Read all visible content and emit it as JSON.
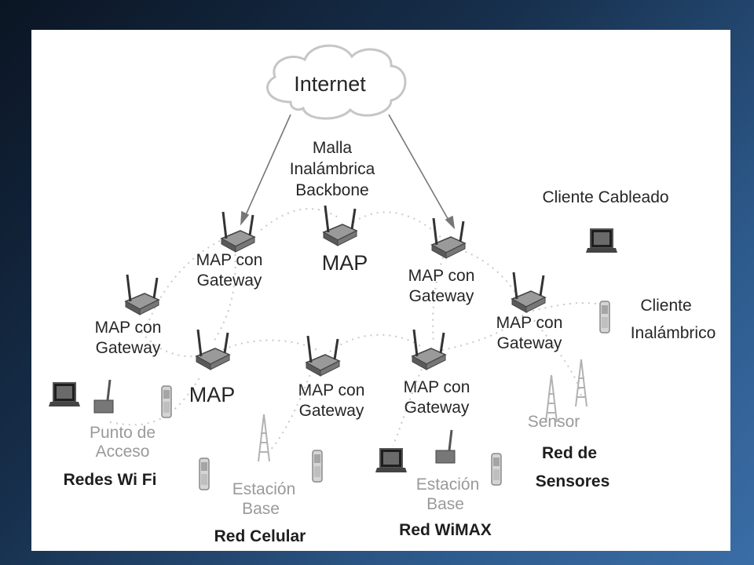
{
  "diagram": {
    "cloud_label": "Internet",
    "backbone_label": [
      "Malla",
      "Inalámbrica",
      "Backbone"
    ],
    "node_labels": {
      "map_gw_left": [
        "MAP con",
        "Gateway"
      ],
      "map_top": "MAP",
      "map_gw_right": [
        "MAP con",
        "Gateway"
      ],
      "map_gw_far_left": [
        "MAP con",
        "Gateway"
      ],
      "map_gw_far_right": [
        "MAP con",
        "Gateway"
      ],
      "map_mid": "MAP",
      "map_gw_lower_center": [
        "MAP con",
        "Gateway"
      ],
      "map_gw_lower_right": [
        "MAP con",
        "Gateway"
      ]
    },
    "clients": {
      "wired": "Cliente Cableado",
      "wireless": [
        "Cliente",
        "Inalámbrico"
      ]
    },
    "networks": {
      "wifi": {
        "device": [
          "Punto de",
          "Acceso"
        ],
        "name": "Redes Wi Fi"
      },
      "cellular": {
        "device": [
          "Estación",
          "Base"
        ],
        "name": "Red Celular"
      },
      "wimax": {
        "device": [
          "Estación",
          "Base"
        ],
        "name": "Red WiMAX"
      },
      "sensors": {
        "device": "Sensor",
        "name": [
          "Red de",
          "Sensores"
        ]
      }
    },
    "colors": {
      "background": "#17304d",
      "accent": "#3a6da6",
      "panel": "#ffffff",
      "device": "#555555",
      "link": "#c8c8c8"
    },
    "icons": [
      "cloud-icon",
      "router-icon",
      "laptop-icon",
      "mobile-phone-icon",
      "antenna-tower-icon",
      "access-point-icon"
    ]
  }
}
